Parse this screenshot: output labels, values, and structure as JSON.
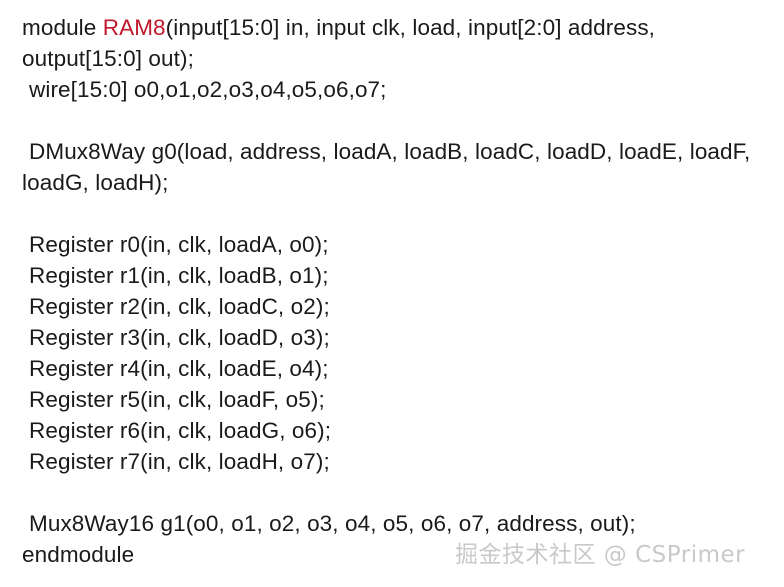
{
  "slide": {
    "background_color": "#ffffff",
    "text_color": "#1a1a1a",
    "highlight_color": "#c0172a",
    "language": "Verilog"
  },
  "code": {
    "line_1_a": "module ",
    "line_1_highlight": "RAM8",
    "line_1_b": "(input[15:0] in, input clk, load, input[2:0] address,",
    "line_2": "output[15:0] out);",
    "line_3": "wire[15:0] o0,o1,o2,o3,o4,o5,o6,o7;",
    "line_4": "",
    "line_5": "DMux8Way g0(load, address, loadA, loadB, loadC, loadD, loadE, loadF,",
    "line_6": "loadG, loadH);",
    "line_7": "",
    "line_8": "Register r0(in, clk, loadA, o0);",
    "line_9": "Register r1(in, clk, loadB, o1);",
    "line_10": "Register r2(in, clk, loadC, o2);",
    "line_11": "Register r3(in, clk, loadD, o3);",
    "line_12": "Register r4(in, clk, loadE, o4);",
    "line_13": "Register r5(in, clk, loadF, o5);",
    "line_14": "Register r6(in, clk, loadG, o6);",
    "line_15": "Register r7(in, clk, loadH, o7);",
    "line_16": "",
    "line_17": "Mux8Way16 g1(o0, o1, o2, o3, o4, o5, o6, o7, address, out);",
    "line_18": "endmodule"
  },
  "watermark": {
    "text": "掘金技术社区 @ CSPrimer",
    "color": "#c9c9c9"
  }
}
